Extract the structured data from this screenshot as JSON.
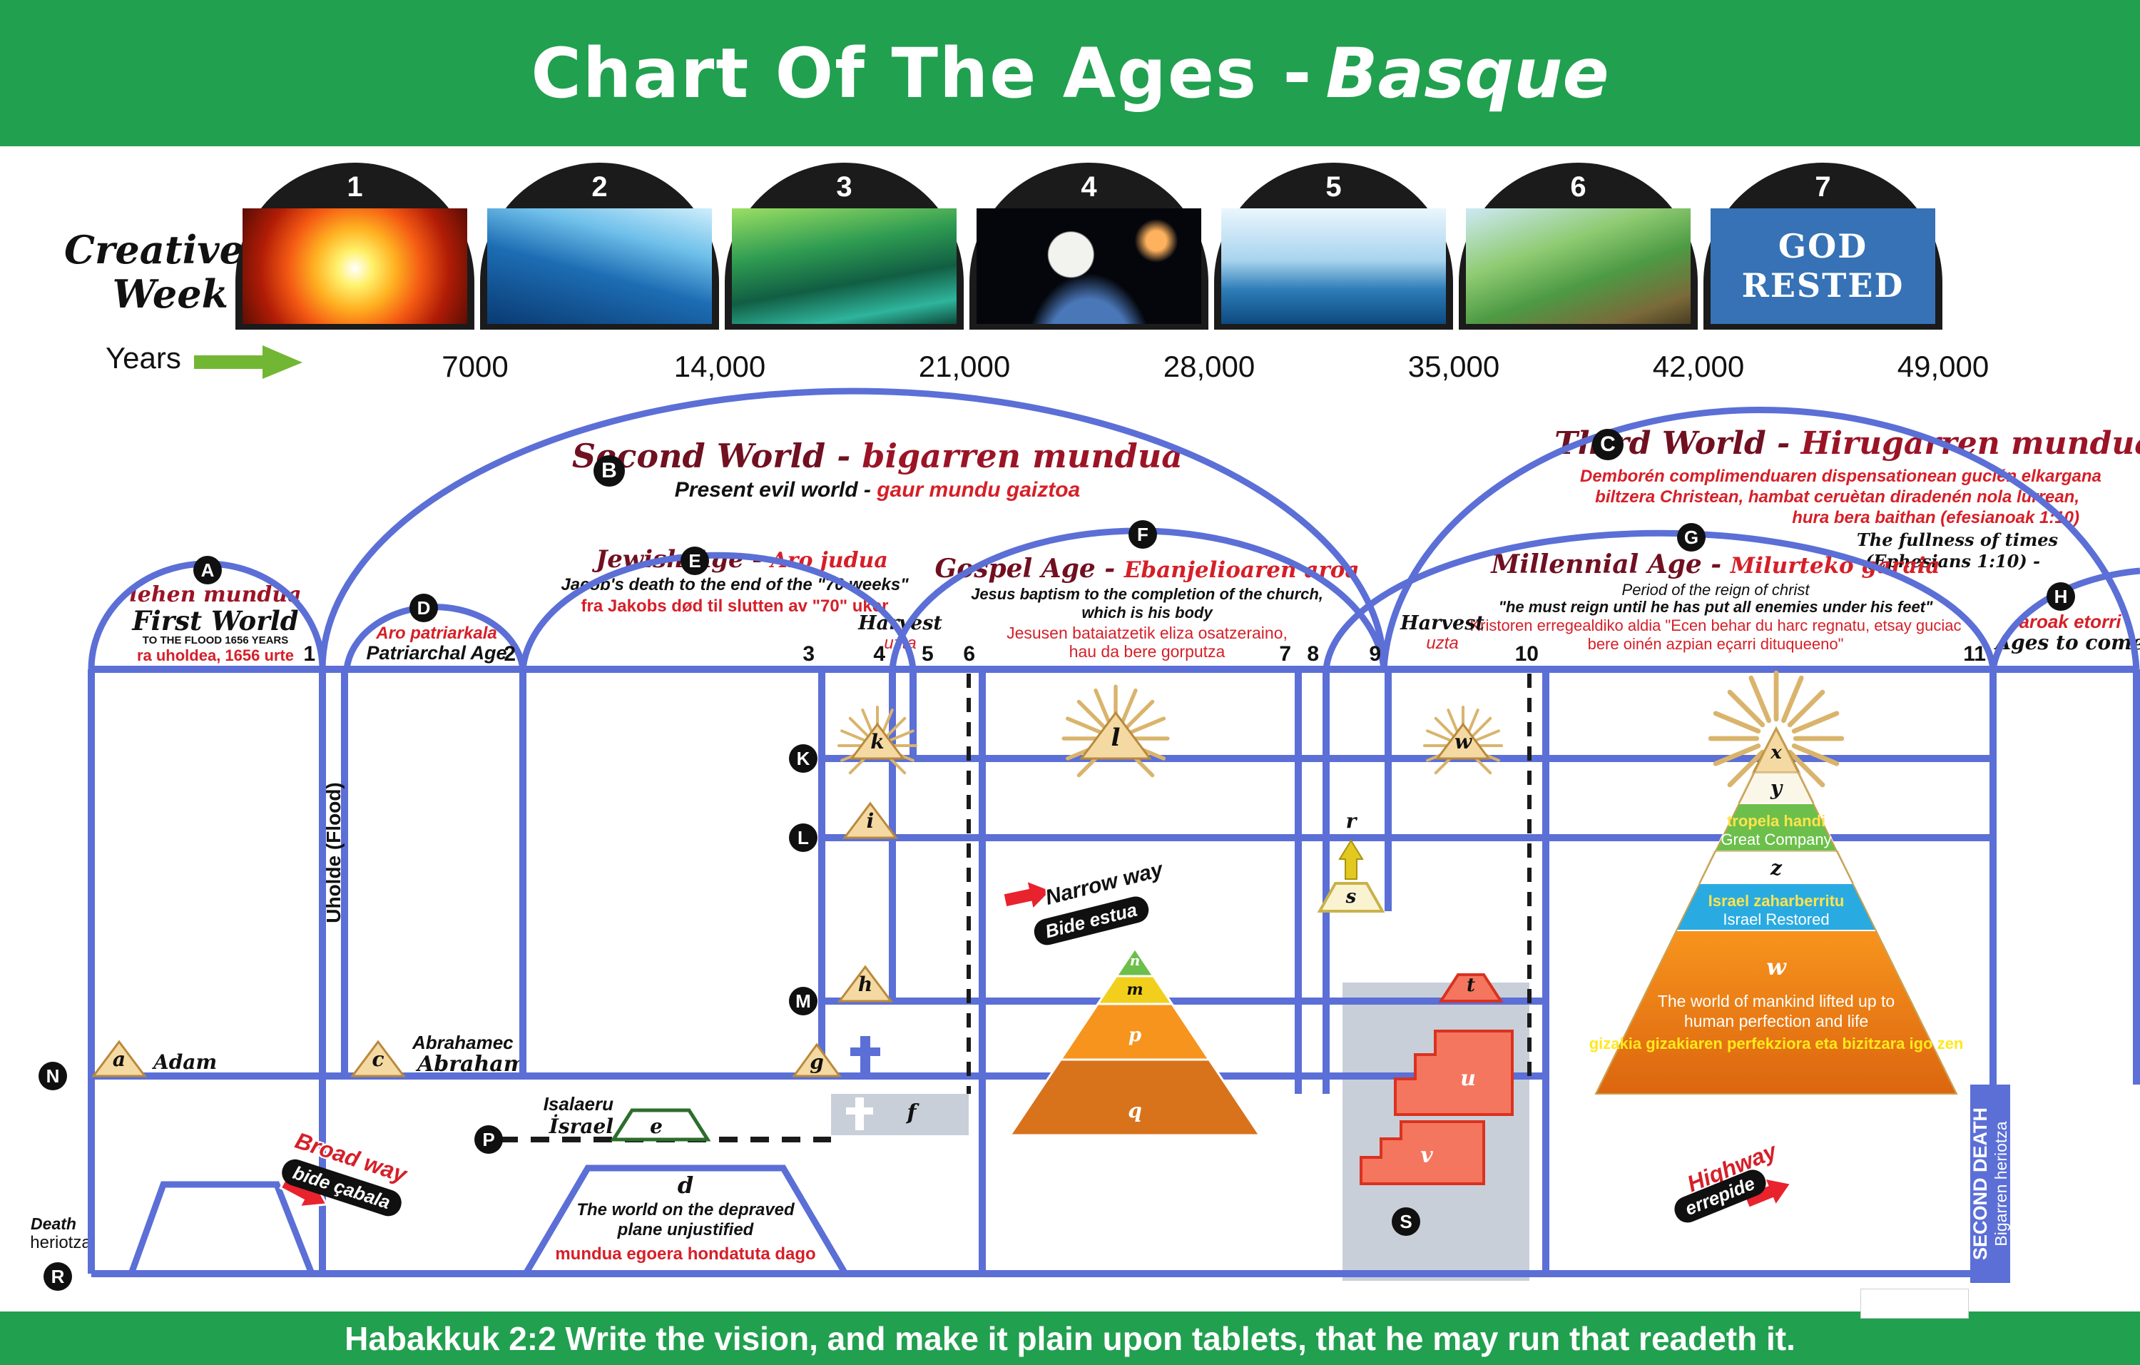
{
  "colors": {
    "banner_green": "#21a04f",
    "line_blue": "#5b6fd6",
    "accent_red": "#d61f28",
    "maroon": "#701020",
    "pyramid_tan": "#f5d9a2",
    "salmon": "#f4765e",
    "band_green": "#6cbf4b",
    "band_blue": "#29abe2",
    "band_orange": "#f7941d"
  },
  "header": {
    "title_main": "Chart Of The Ages - ",
    "title_accent": "Basque"
  },
  "creative_week": {
    "label_line1": "Creative",
    "label_line2": "Week",
    "years_label": "Years",
    "panels": [
      {
        "num": "1"
      },
      {
        "num": "2"
      },
      {
        "num": "3"
      },
      {
        "num": "4"
      },
      {
        "num": "5"
      },
      {
        "num": "6"
      },
      {
        "num": "7",
        "text_line1": "GOD",
        "text_line2": "RESTED"
      }
    ],
    "ticks": [
      "7000",
      "14,000",
      "21,000",
      "28,000",
      "35,000",
      "42,000",
      "49,000"
    ]
  },
  "worlds": {
    "first": {
      "letter": "A",
      "eu": "lehen mundua",
      "en": "First World",
      "sub_en": "TO THE FLOOD 1656 YEARS",
      "sub_eu": "ra uholdea, 1656 urte"
    },
    "second": {
      "letter": "B",
      "en": "Second World - ",
      "eu": "bigarren mundua",
      "sub_en": "Present evil world - ",
      "sub_eu": "gaur mundu gaiztoa"
    },
    "third": {
      "letter": "C",
      "en": "Third World - ",
      "eu": "Hirugarren mundua",
      "body1": "Demborén complimenduaren dispensationean gucién elkargana",
      "body2": "biltzera Christean, hambat ceruètan diradenén nola lurrean,",
      "body3": "hura bera baithan (efesianoak 1:10)",
      "body4": "The fullness of times",
      "body5": "(Ephesians 1:10) -"
    }
  },
  "ages": {
    "patriarchal": {
      "letter": "D",
      "eu": "Aro patriarkala",
      "en": "Patriarchal Age"
    },
    "jewish": {
      "letter": "E",
      "en": "Jewish Age - ",
      "eu": "Aro judua",
      "sub1": "Jacob's death to the end of the \"70 weeks\"",
      "sub2": "fra Jakobs død til slutten av \"70\" uker"
    },
    "gospel": {
      "letter": "F",
      "en": "Gospel  Age - ",
      "eu": "Ebanjelioaren aroa",
      "sub1": "Jesus baptism to the completion of the church,",
      "sub2": "which is his body",
      "sub3": "Jesusen bataiatzetik eliza osatzeraino,",
      "sub4": "hau da bere gorputza"
    },
    "millennial": {
      "letter": "G",
      "en": "Millennial Age - ",
      "eu": "Milurteko garaia",
      "sub1": "Period of the reign of christ",
      "sub2": "\"he must reign until he has put all enemies under his feet\"",
      "sub3": "Kristoren erregealdiko aldia \"Ecen behar du harc regnatu, etsay guciac",
      "sub4": "bere oinén azpian eçarri dituqueeno\""
    },
    "to_come": {
      "letter": "H",
      "eu": "aroak etorri",
      "en": "Ages to come"
    },
    "harvest1": {
      "en": "Harvest",
      "eu": "uzta"
    },
    "harvest2": {
      "en": "Harvest",
      "eu": "uzta"
    }
  },
  "timeline": [
    "1",
    "2",
    "3",
    "4",
    "5",
    "6",
    "7",
    "8",
    "9",
    "10",
    "11"
  ],
  "markers": {
    "K": "K",
    "L": "L",
    "M": "M",
    "N": "N",
    "P": "P",
    "R": "R",
    "S": "S"
  },
  "glyphs": {
    "a": "a",
    "c": "c",
    "d": "d",
    "e": "e",
    "f": "f",
    "g": "g",
    "h": "h",
    "i": "i",
    "k": "k",
    "l": "l",
    "m": "m",
    "n": "n",
    "p": "p",
    "q": "q",
    "r": "r",
    "s": "s",
    "t": "t",
    "u": "u",
    "v": "v",
    "w": "w",
    "x": "x",
    "y": "y",
    "z": "z"
  },
  "labels": {
    "flood": "Uholde  (Flood)",
    "adam": "Adam",
    "abraham_eu": "Abrahamec",
    "abraham_en": "Abraham",
    "israel_eu": "Isalaeru",
    "israel_en": "İsrael",
    "d1": "The world on the depraved",
    "d2": "plane unjustified",
    "d3": "mundua egoera hondatuta dago",
    "death_en": "Death",
    "death_eu": "heriotza",
    "second_death_en": "SECOND DEATH",
    "second_death_eu": "Bigarren heriotza",
    "broad_en": "Broad way",
    "broad_eu": "bide çabala",
    "narrow_en": "Narrow way",
    "narrow_eu": "Bide estua",
    "highway_en": "Highway",
    "highway_eu": "errepide"
  },
  "pyramid": {
    "company_eu": "tropela handi",
    "company_en": "Great Company",
    "israel_eu": "Israel zaharberritu",
    "israel_en": "Israel Restored",
    "world1": "The world of mankind lifted up to",
    "world2": "human perfection and life",
    "world3": "gizakia gizakiaren perfekziora eta bizitzara igo zen"
  },
  "footer": {
    "verse": "Habakkuk 2:2  Write the vision, and make it plain upon tablets, that he may run that readeth it."
  }
}
